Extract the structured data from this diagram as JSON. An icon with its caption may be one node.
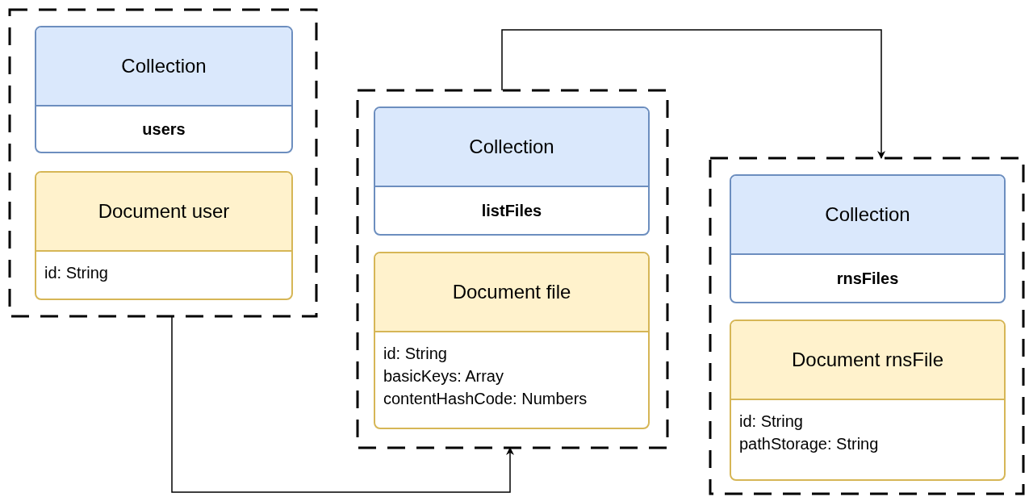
{
  "diagram": {
    "nodes": [
      {
        "text": [],
        "shape": "box"
      },
      {
        "text": [
          "Collection",
          "users"
        ],
        "in": 0
      },
      {
        "text": [
          "Document user",
          "id: String"
        ],
        "in": 0
      },
      {
        "text": [],
        "shape": "box"
      },
      {
        "text": [
          "Collection",
          "listFiles"
        ],
        "in": 3
      },
      {
        "text": [
          "Document file",
          "id: String",
          "basicKeys: Array",
          "contentHashCode: Numbers"
        ],
        "in": 3
      },
      {
        "text": [],
        "shape": "box"
      },
      {
        "text": [
          "Collection",
          "rnsFiles"
        ],
        "in": 6
      },
      {
        "text": [
          "Document rnsFile",
          "id: String",
          "pathStorage: String"
        ],
        "in": 6
      }
    ],
    "edges": [
      {
        "from": 0,
        "to": 3,
        "arrow": "to"
      },
      {
        "from": 3,
        "to": 6,
        "arrow": "to"
      }
    ]
  }
}
